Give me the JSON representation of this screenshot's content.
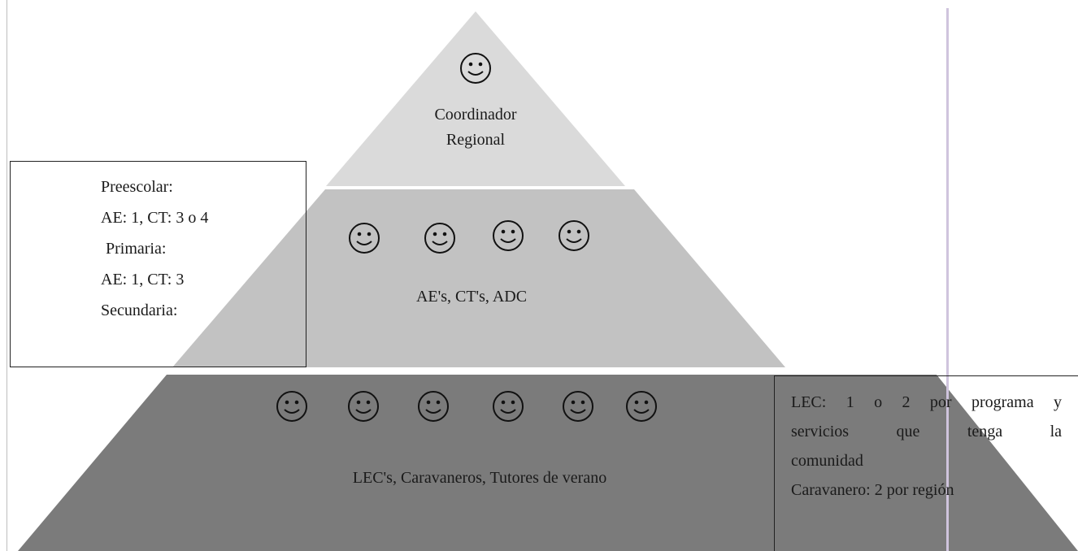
{
  "levels": {
    "top": {
      "line1": "Coordinador",
      "line2": "Regional",
      "color": "#dadada"
    },
    "middle": {
      "label": "AE's, CT's, ADC",
      "color": "#c2c2c2"
    },
    "bottom": {
      "label": "LEC's, Caravaneros, Tutores de verano",
      "color": "#7b7b7b"
    }
  },
  "left_box": {
    "lines": [
      "Preescolar:",
      "AE: 1, CT: 3 o 4",
      "Primaria:",
      "AE: 1, CT: 3",
      "Secundaria:"
    ]
  },
  "right_box": {
    "line1": "LEC: 1 o 2 por programa y",
    "line2": "servicios que tenga la",
    "line3": "comunidad",
    "line4": "Caravanero: 2 por región"
  },
  "icons": {
    "face": "smiley-face-icon"
  }
}
